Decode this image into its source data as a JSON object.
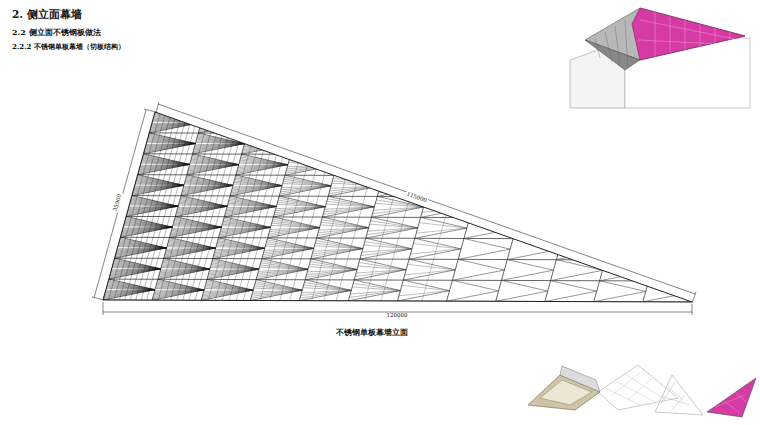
{
  "diagram": {
    "title": "2. 侧立面幕墙",
    "caption": "不锈钢单板幕墙立面",
    "labels": [
      "2.2 侧立面不锈钢板做法",
      "2.2.2 不锈钢单板幕墙（切板结构）",
      "35900",
      "115000",
      "120000"
    ]
  }
}
